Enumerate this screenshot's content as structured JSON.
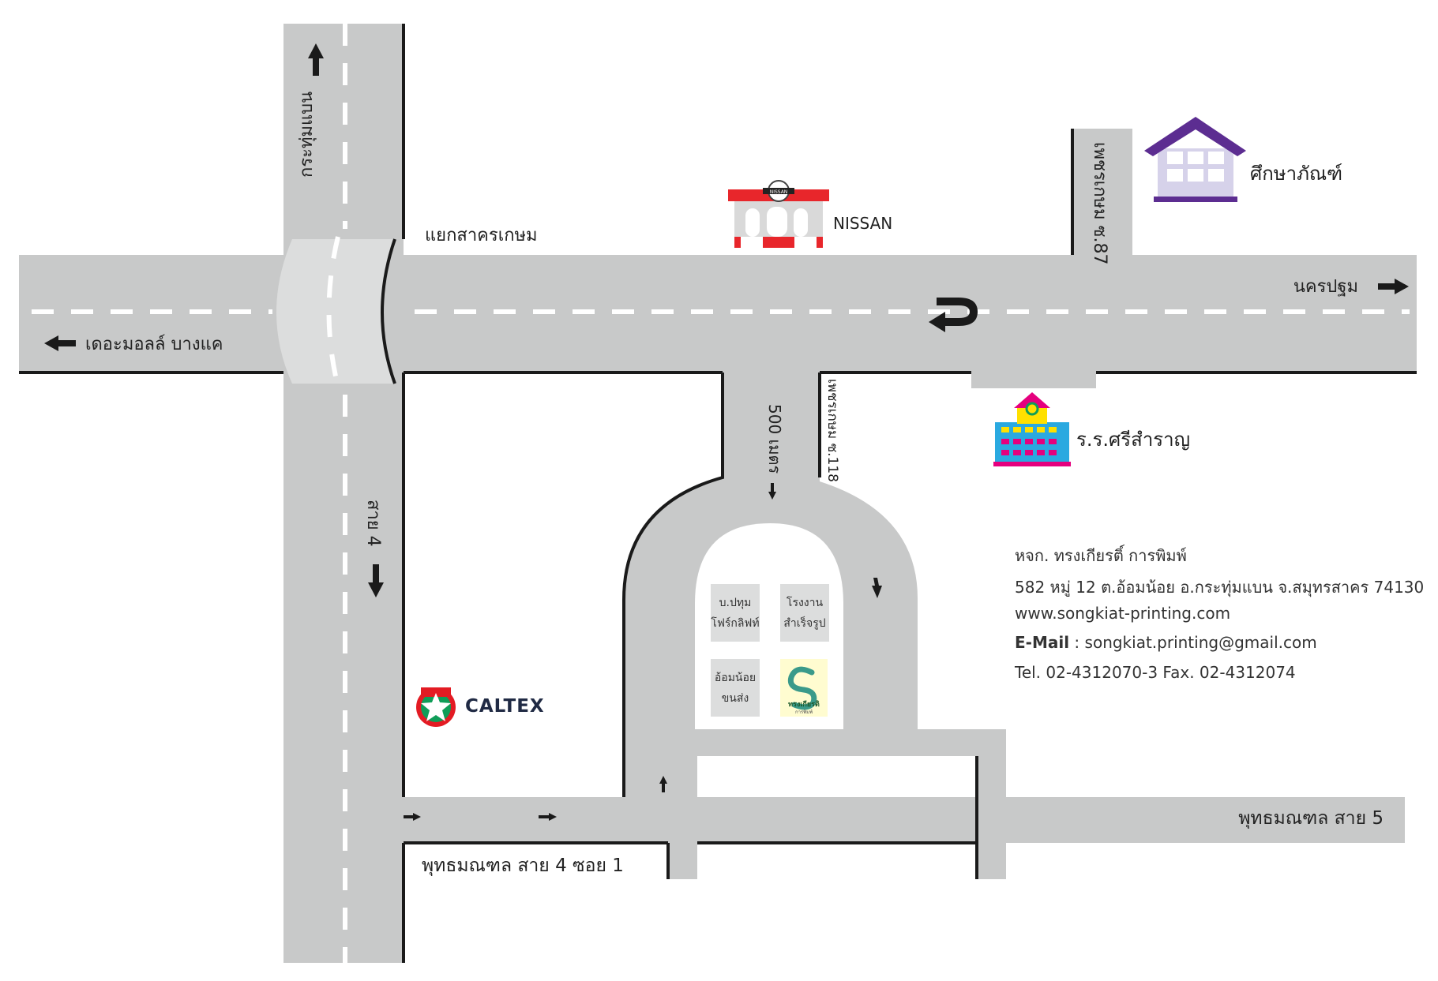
{
  "roads": {
    "main_west": "เดอะมอลล์ บางแค",
    "main_east": "นครปฐม",
    "junction": "แยกสาครเกษม",
    "north_road": "กระทุ่มแบน",
    "sai4": "สาย 4",
    "soi87": "เพชรเกษม ซ.87",
    "soi118": "เพชรเกษม ซ.118",
    "distance": "500 เมตร",
    "sai5": "พุทธมณฑล สาย 5",
    "sai4_soi1": "พุทธมณฑล สาย 4 ซอย 1"
  },
  "landmarks": {
    "nissan": "NISSAN",
    "nissan_sign": "NISSAN",
    "suksapan": "ศึกษาภัณฑ์",
    "school": "ร.ร.ศรีสำราญ",
    "caltex": "CALTEX"
  },
  "lots": {
    "pathum_line1": "บ.ปทุม",
    "pathum_line2": "โฟร์กลิฟท์",
    "factory_line1": "โรงงาน",
    "factory_line2": "สำเร็จรูป",
    "omnoi_line1": "อ้อมน้อย",
    "omnoi_line2": "ขนส่ง",
    "songkiat_logo_text": "ทรงเกียรติ",
    "songkiat_logo_sub": "การพิมพ์"
  },
  "contact": {
    "company": "หจก. ทรงเกียรติ์ การพิมพ์",
    "address": "582 หมู่ 12 ต.อ้อมน้อย  อ.กระทุ่มแบน จ.สมุทรสาคร 74130",
    "website": "www.songkiat-printing.com",
    "email_label": "E-Mail",
    "email_value": " : songkiat.printing@gmail.com",
    "phone": "Tel. 02-4312070-3  Fax. 02-4312074"
  },
  "colors": {
    "road": "#c8c9c9",
    "road_edge": "#1a1a1a",
    "nissan_red": "#e8262b",
    "house_purple": "#5c2d91",
    "house_wall": "#d6d2ea",
    "school_blue": "#2aa9e0",
    "school_magenta": "#e5007e",
    "school_yellow": "#ffe000",
    "caltex_red": "#e31b23",
    "caltex_green": "#0f9d58"
  }
}
